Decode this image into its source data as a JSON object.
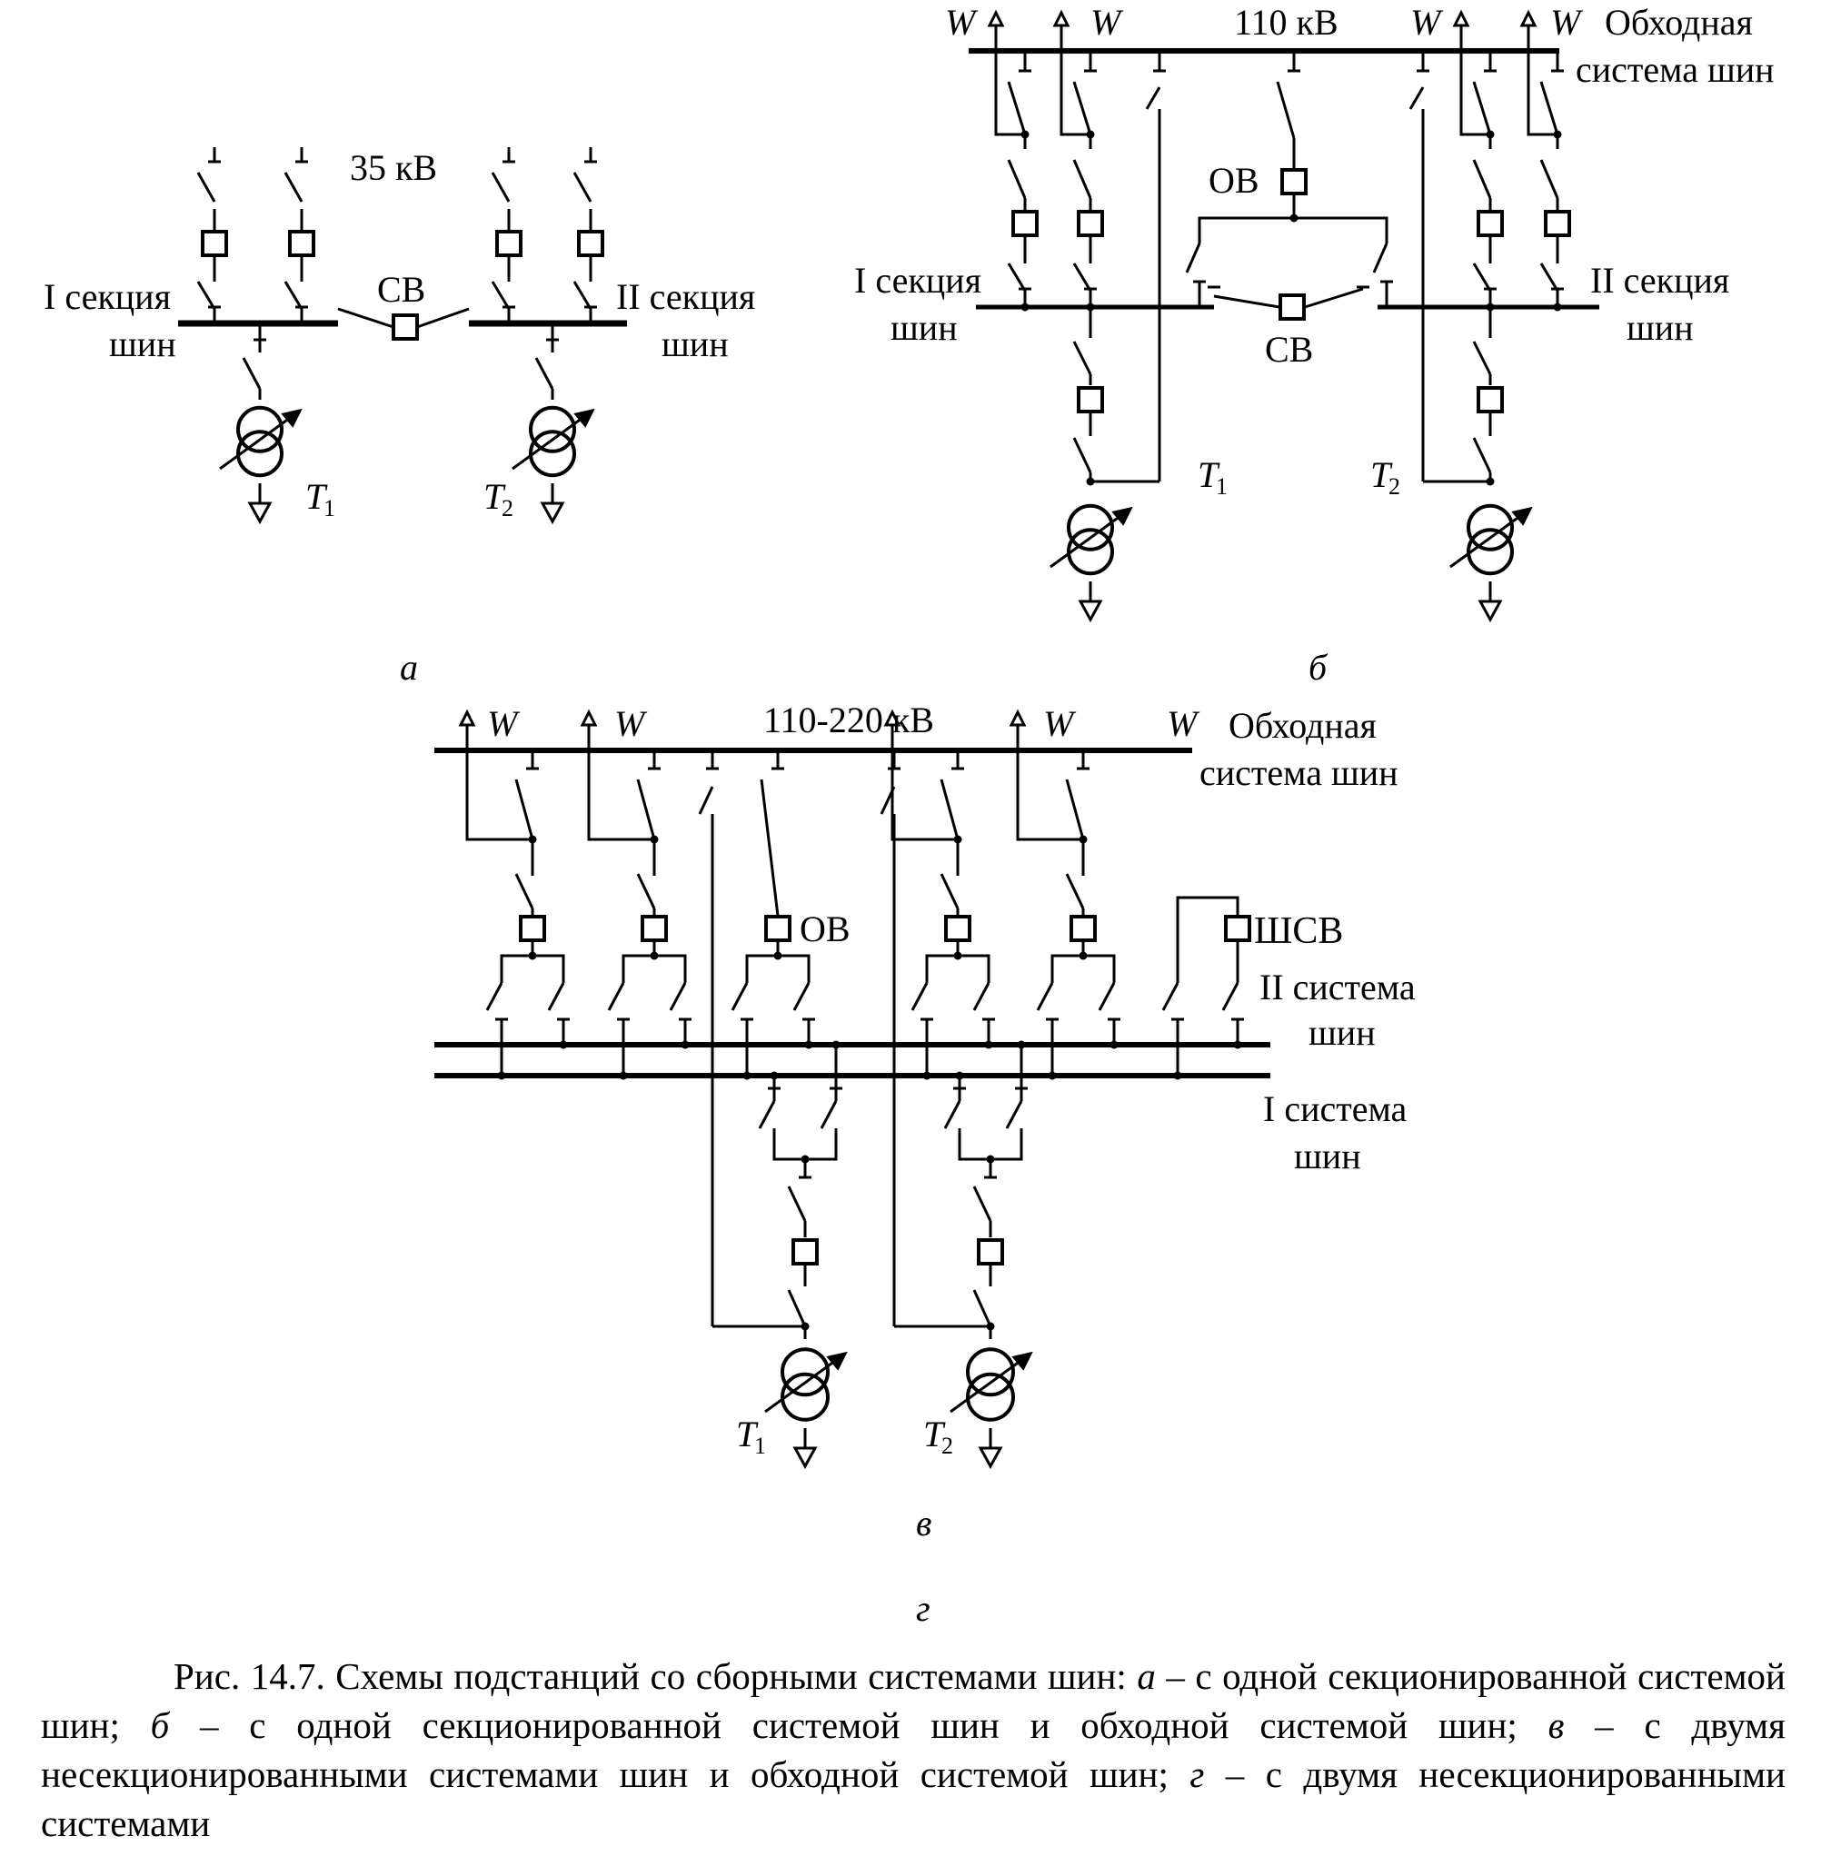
{
  "labels": {
    "W": "W",
    "kv35": "35 кВ",
    "kv110": "110 кВ",
    "kv110_220": "110-220 кВ",
    "sec1_line1": "I секция",
    "sec1_line2": "шин",
    "sec2_line1": "II секция",
    "sec2_line2": "шин",
    "sv": "СВ",
    "ov": "ОВ",
    "shsv": "ШСВ",
    "bypass_line1": "Обходная",
    "bypass_line2": "система шин",
    "sys2_line1": "II система",
    "sys2_line2": "шин",
    "sys1_line1": "I система",
    "sys1_line2": "шин",
    "T": "T",
    "sub1": "1",
    "sub2": "2"
  },
  "panels": {
    "a": "а",
    "b": "б",
    "v": "в",
    "g": "г"
  },
  "caption": {
    "prefix": "Рис. 14.7. Схемы подстанций со сборными системами шин: ",
    "a_letter": "а",
    "a_text": " – с одной секционированной системой шин; ",
    "b_letter": "б",
    "b_text": " – с одной секционированной системой шин и обходной системой шин; ",
    "v_letter": "в",
    "v_text": " – с двумя несекционированными системами шин и обходной системой шин; ",
    "g_letter": "г",
    "g_text": " – с двумя несекционированными системами"
  }
}
